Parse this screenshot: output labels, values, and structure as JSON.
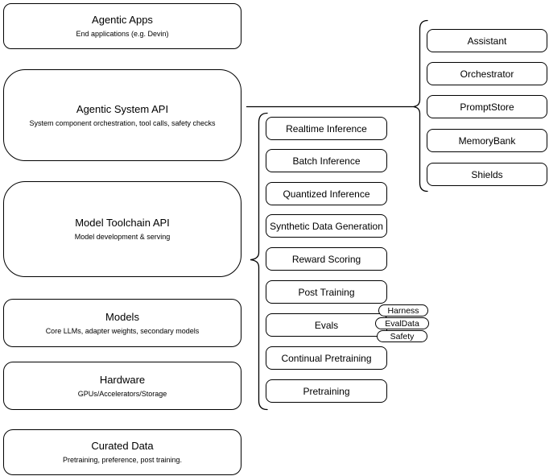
{
  "colors": {
    "stroke": "#000000",
    "fill": "#ffffff",
    "background": "#ffffff",
    "text": "#000000"
  },
  "left_column": [
    {
      "title": "Agentic Apps",
      "subtitle": "End applications (e.g. Devin)"
    },
    {
      "title": "Agentic System API",
      "subtitle": "System component orchestration, tool calls, safety checks"
    },
    {
      "title": "Model Toolchain API",
      "subtitle": "Model development & serving"
    },
    {
      "title": "Models",
      "subtitle": "Core LLMs, adapter weights, secondary models"
    },
    {
      "title": "Hardware",
      "subtitle": "GPUs/Accelerators/Storage"
    },
    {
      "title": "Curated Data",
      "subtitle": "Pretraining, preference, post training."
    }
  ],
  "toolchain_services": [
    "Realtime Inference",
    "Batch Inference",
    "Quantized Inference",
    "Synthetic Data Generation",
    "Reward Scoring",
    "Post Training",
    "Evals",
    "Continual Pretraining",
    "Pretraining"
  ],
  "eval_tags": [
    "Harness",
    "EvalData",
    "Safety"
  ],
  "system_components": [
    "Assistant",
    "Orchestrator",
    "PromptStore",
    "MemoryBank",
    "Shields"
  ]
}
